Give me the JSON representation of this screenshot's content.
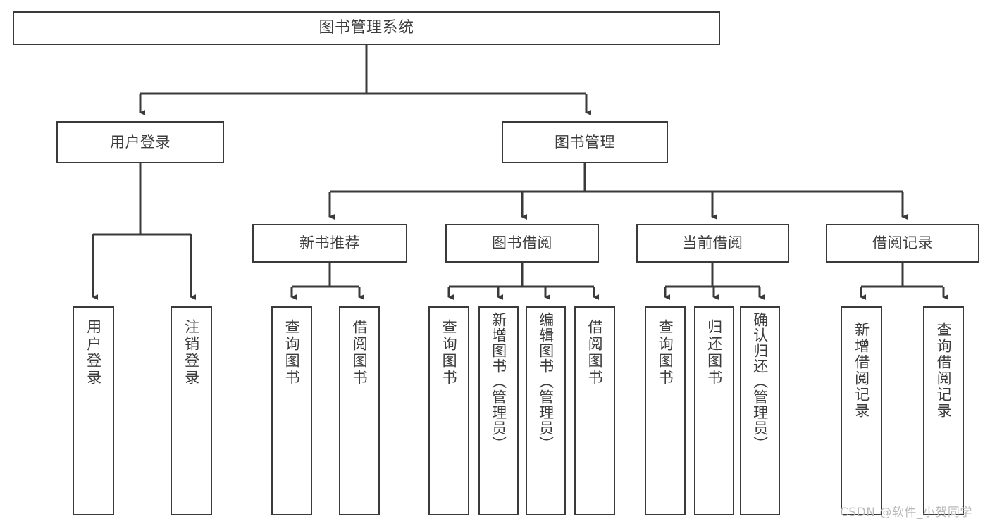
{
  "diagram": {
    "title": "图书管理系统",
    "type": "tree-hierarchy-diagram",
    "stroke_color": "#3a3a3a",
    "text_color": "#3c3c3c",
    "background_color": "#ffffff",
    "watermark": "CSDN @软件_小贺同学",
    "nodes": {
      "root": {
        "label": "图书管理系统",
        "level": 1
      },
      "user_login": {
        "label": "用户登录",
        "level": 2
      },
      "book_manage": {
        "label": "图书管理",
        "level": 2
      },
      "new_book_rec": {
        "label": "新书推荐",
        "level": 3
      },
      "book_borrow": {
        "label": "图书借阅",
        "level": 3
      },
      "current_borrow": {
        "label": "当前借阅",
        "level": 3
      },
      "borrow_record": {
        "label": "借阅记录",
        "level": 3
      },
      "leaf_user_login": {
        "label": "用户登录",
        "level": 4
      },
      "leaf_logout": {
        "label": "注销登录",
        "level": 4
      },
      "leaf_query_book_1": {
        "label": "查询图书",
        "level": 4
      },
      "leaf_borrow_book_1": {
        "label": "借阅图书",
        "level": 4
      },
      "leaf_query_book_2": {
        "label": "查询图书",
        "level": 4
      },
      "leaf_add_book": {
        "label": "新增图书（管理员）",
        "level": 4
      },
      "leaf_edit_book": {
        "label": "编辑图书（管理员）",
        "level": 4
      },
      "leaf_borrow_book_2": {
        "label": "借阅图书",
        "level": 4
      },
      "leaf_query_book_3": {
        "label": "查询图书",
        "level": 4
      },
      "leaf_return_book": {
        "label": "归还图书",
        "level": 4
      },
      "leaf_confirm_return": {
        "label": "确认归还（管理员）",
        "level": 4
      },
      "leaf_add_record": {
        "label": "新增借阅记录",
        "level": 4
      },
      "leaf_query_record": {
        "label": "查询借阅记录",
        "level": 4
      }
    }
  }
}
